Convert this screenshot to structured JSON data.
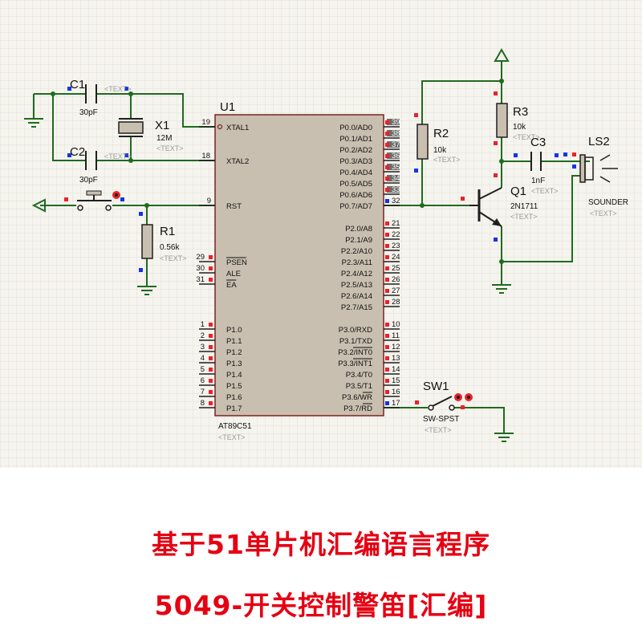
{
  "schematic": {
    "colors": {
      "grid": "#e2e1d8",
      "background": "#f5f4ee",
      "wire": "#1f6b1f",
      "component_body": "#c9bfb0",
      "component_stroke": "#7a2323",
      "pin_red": "#e8232a",
      "pin_blue": "#1633e6",
      "text_placeholder": "#9a9a9a"
    },
    "text_placeholder": "<TEXT>",
    "mcu": {
      "ref": "U1",
      "part": "AT89C51",
      "left_pins": [
        {
          "num": "19",
          "name": "XTAL1"
        },
        {
          "num": "18",
          "name": "XTAL2"
        },
        {
          "num": "9",
          "name": "RST"
        },
        {
          "num": "29",
          "name": "PSEN"
        },
        {
          "num": "30",
          "name": "ALE"
        },
        {
          "num": "31",
          "name": "EA"
        },
        {
          "num": "1",
          "name": "P1.0"
        },
        {
          "num": "2",
          "name": "P1.1"
        },
        {
          "num": "3",
          "name": "P1.2"
        },
        {
          "num": "4",
          "name": "P1.3"
        },
        {
          "num": "5",
          "name": "P1.4"
        },
        {
          "num": "6",
          "name": "P1.5"
        },
        {
          "num": "7",
          "name": "P1.6"
        },
        {
          "num": "8",
          "name": "P1.7"
        }
      ],
      "right_pins": [
        {
          "num": "39",
          "name": "P0.0/AD0"
        },
        {
          "num": "38",
          "name": "P0.1/AD1"
        },
        {
          "num": "37",
          "name": "P0.2/AD2"
        },
        {
          "num": "36",
          "name": "P0.3/AD3"
        },
        {
          "num": "35",
          "name": "P0.4/AD4"
        },
        {
          "num": "34",
          "name": "P0.5/AD5"
        },
        {
          "num": "33",
          "name": "P0.6/AD6"
        },
        {
          "num": "32",
          "name": "P0.7/AD7"
        },
        {
          "num": "21",
          "name": "P2.0/A8"
        },
        {
          "num": "22",
          "name": "P2.1/A9"
        },
        {
          "num": "23",
          "name": "P2.2/A10"
        },
        {
          "num": "24",
          "name": "P2.3/A11"
        },
        {
          "num": "25",
          "name": "P2.4/A12"
        },
        {
          "num": "26",
          "name": "P2.5/A13"
        },
        {
          "num": "27",
          "name": "P2.6/A14"
        },
        {
          "num": "28",
          "name": "P2.7/A15"
        },
        {
          "num": "10",
          "name": "P3.0/RXD"
        },
        {
          "num": "11",
          "name": "P3.1/TXD"
        },
        {
          "num": "12",
          "name": "P3.2/INT0"
        },
        {
          "num": "13",
          "name": "P3.3/INT1"
        },
        {
          "num": "14",
          "name": "P3.4/T0"
        },
        {
          "num": "15",
          "name": "P3.5/T1"
        },
        {
          "num": "16",
          "name": "P3.6/WR"
        },
        {
          "num": "17",
          "name": "P3.7/RD"
        }
      ]
    },
    "components": {
      "c1": {
        "ref": "C1",
        "value": "30pF"
      },
      "c2": {
        "ref": "C2",
        "value": "30pF"
      },
      "x1": {
        "ref": "X1",
        "value": "12M"
      },
      "r1": {
        "ref": "R1",
        "value": "0.56k"
      },
      "r2": {
        "ref": "R2",
        "value": "10k"
      },
      "r3": {
        "ref": "R3",
        "value": "10k"
      },
      "c3": {
        "ref": "C3",
        "value": "1nF"
      },
      "q1": {
        "ref": "Q1",
        "value": "2N1711"
      },
      "ls2": {
        "ref": "LS2",
        "value": "SOUNDER"
      },
      "sw1": {
        "ref": "SW1",
        "value": "SW-SPST"
      }
    }
  },
  "captions": {
    "line1": "基于51单片机汇编语言程序",
    "line2": "5049-开关控制警笛[汇编]"
  }
}
